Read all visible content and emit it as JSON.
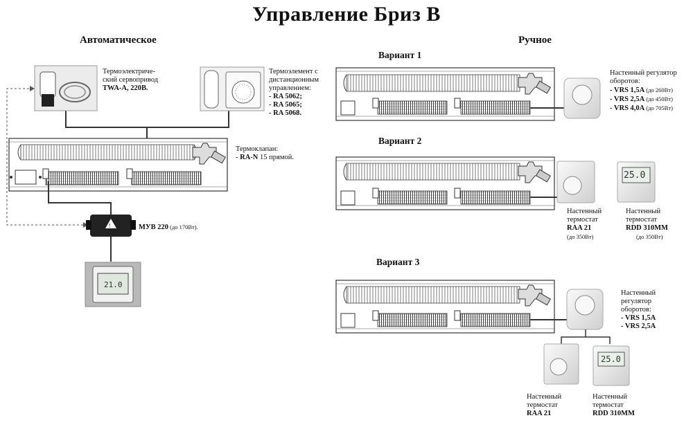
{
  "title": "Управление Бриз В",
  "auto": {
    "heading": "Автоматическое",
    "servo": {
      "line1": "Термоэлектриче-",
      "line2": "ский сервопривод",
      "model": "TWA-A, 220B."
    },
    "thermoelement": {
      "line1": "Термоэлемент с",
      "line2": "дистанционным",
      "line3": "управлением:",
      "items": [
        "- RA 5062;",
        "- RA 5065;",
        "- RA 5068."
      ]
    },
    "valve": {
      "line1": "Термоклапан:",
      "model": "- RA-N",
      "desc": " 15 прямой."
    },
    "muv": {
      "model": "МУВ 220",
      "note": " (до 170Вт)."
    }
  },
  "manual": {
    "heading": "Ручное",
    "v1": {
      "heading": "Вариант 1",
      "regulator": {
        "line1": "Настенный регулятор",
        "line2": "оборотов:",
        "items": [
          {
            "model": "- VRS 1,5A",
            "note": " (до 260Вт)"
          },
          {
            "model": "- VRS 2,5A",
            "note": " (до 450Вт)"
          },
          {
            "model": "- VRS 4,0A",
            "note": " (до 705Вт)"
          }
        ]
      }
    },
    "v2": {
      "heading": "Вариант 2",
      "raa": {
        "line1": "Настенный",
        "line2": "термостат",
        "model": "RAA 21",
        "note": "(до 350Вт)"
      },
      "rdd": {
        "line1": "Настенный",
        "line2": "термостат",
        "model": "RDD 310MM",
        "note": "(до 350Вт)"
      },
      "display": "25.0"
    },
    "v3": {
      "heading": "Вариант 3",
      "regulator": {
        "line1": "Настенный",
        "line2": "регулятор",
        "line3": "оборотов:",
        "items": [
          "- VRS 1,5A",
          "- VRS 2,5A"
        ]
      },
      "raa": {
        "line1": "Настенный",
        "line2": "термостат",
        "model": "RAA 21"
      },
      "rdd": {
        "line1": "Настенный",
        "line2": "термостат",
        "model": "RDD 310MM"
      },
      "display": "25.0"
    }
  },
  "colors": {
    "line": "#333333",
    "photo_bg": "#e6e6e6",
    "device": "#f4f4f4"
  }
}
